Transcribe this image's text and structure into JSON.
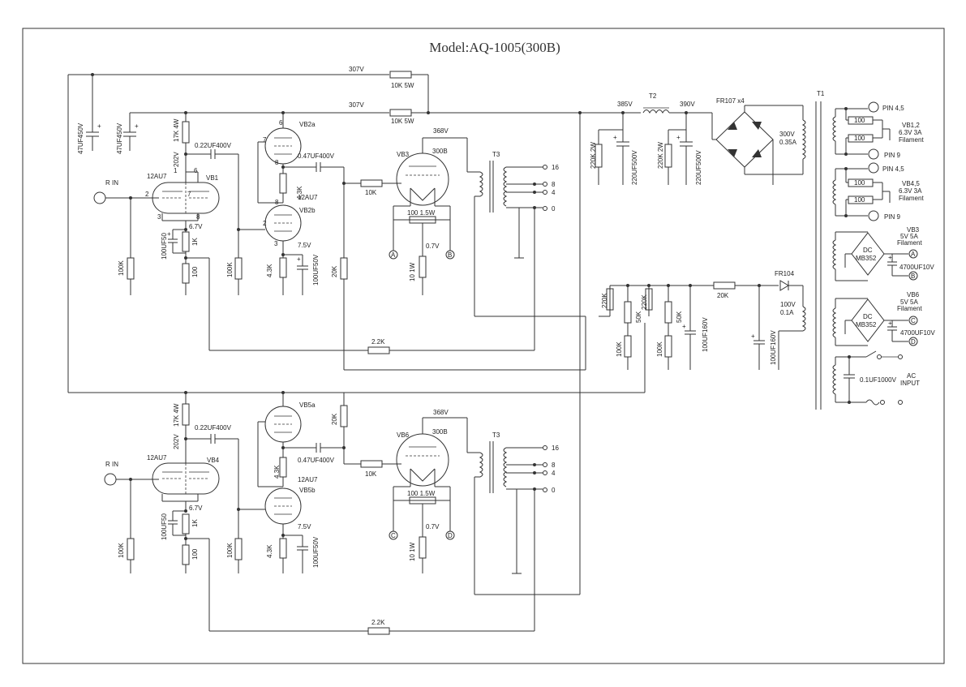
{
  "title": "Model:AQ-1005(300B)",
  "colors": {
    "ink": "#333333",
    "paper": "#ffffff"
  },
  "rails": {
    "v307": "307V",
    "v385": "385V",
    "v390": "390V",
    "v368": "368V",
    "v202": "202V"
  },
  "top_channel": {
    "input_label": "R IN",
    "tube_v1": "VB1",
    "tube_v1_type": "12AU7",
    "tube_v2a": "VB2a",
    "tube_v2b": "VB2b",
    "tube_v2_type": "12AU7",
    "power_tube": "VB3",
    "power_tube_type": "300B",
    "r_grid": "100K",
    "r_plate": "17K 4W",
    "cap_coupling": "0.22UF400V",
    "cathode_v": "6.7V",
    "cath_cap": "100UF50",
    "cath_r1": "1K",
    "cath_r2": "100",
    "r_grid2": "100K",
    "r_k2": "4.3K",
    "r_k2b": "4.3K",
    "v2b_cath_v": "7.5V",
    "v2b_cap": "100UF50V",
    "cap_coupling2": "0.47UF400V",
    "r_grid_stop": "10K",
    "r_fb": "20K",
    "hum_pot": "100 1.5W",
    "bias_v": "0.7V",
    "r_bias": "10 1W",
    "term_a": "A",
    "term_b": "B",
    "transformer": "T3",
    "taps": [
      "16",
      "8",
      "4",
      "0"
    ],
    "r_nfb": "2.2K",
    "pins": [
      "2",
      "3",
      "1",
      "6",
      "7",
      "8",
      "8",
      "2",
      "3",
      "6",
      "7",
      "8"
    ]
  },
  "bottom_channel": {
    "input_label": "R IN",
    "tube_v1": "VB4",
    "tube_v1_type": "12AU7",
    "tube_v2a": "VB5a",
    "tube_v2b": "VB5b",
    "tube_v2_type": "12AU7",
    "power_tube": "VB6",
    "power_tube_type": "300B",
    "r_grid": "100K",
    "r_plate": "17K 4W",
    "cap_coupling": "0.22UF400V",
    "cathode_v": "6.7V",
    "cath_cap": "100UF50",
    "cath_r1": "1K",
    "cath_r2": "100",
    "r_grid2": "100K",
    "r_k2": "4.3K",
    "r_k2b": "4.3K",
    "v2b_cath_v": "7.5V",
    "v2b_cap": "100UF50V",
    "cap_coupling2": "0.47UF400V",
    "r_grid_stop": "10K",
    "r_fb": "20K",
    "hum_pot": "100 1.5W",
    "bias_v": "0.7V",
    "r_bias": "10 1W",
    "term_c": "C",
    "term_d": "D",
    "transformer": "T3",
    "taps": [
      "16",
      "8",
      "4",
      "0"
    ],
    "r_nfb": "2.2K"
  },
  "supply": {
    "r_drop1": "10K 5W",
    "r_drop2": "10K 5W",
    "cap1": "47UF450V",
    "cap2": "47UF450V",
    "choke": "T2",
    "rectifier": "FR107 x4",
    "r_bleed1": "220K 2W",
    "r_bleed2": "220K 2W",
    "cap_f1": "220UF500V",
    "cap_f2": "220UF500V",
    "hv_out": "300V",
    "hv_current": "0.35A",
    "bias_diode": "FR104",
    "bias_r": "20K",
    "bias_out": "100V",
    "bias_current": "0.1A",
    "bias_cap1": "100UF160V",
    "bias_cap2": "100UF160V",
    "bias_r1": "220K",
    "bias_r2": "220K",
    "bias_pot1": "50K",
    "bias_pot2": "50K",
    "bias_rl1": "100K",
    "bias_rl2": "100K"
  },
  "transformer_t1": {
    "name": "T1",
    "pin_a": "PIN 4,5",
    "pin_b": "PIN 9",
    "pin_c": "PIN 4,5",
    "pin_d": "PIN 9",
    "res": "100",
    "fil1_name": "VB1,2",
    "fil1_spec": "6.3V 3A",
    "fil1_label": "Filament",
    "fil2_name": "VB4,5",
    "fil2_spec": "6.3V 3A",
    "fil2_label": "Filament",
    "fil3_name": "VB3",
    "fil3_spec": "5V 5A",
    "fil3_label": "Filament",
    "fil4_name": "VB6",
    "fil4_spec": "5V 5A",
    "fil4_label": "Filament",
    "bridge": "DC",
    "bridge_part": "MB352",
    "cap_fil": "4700UF10V",
    "term_a": "A",
    "term_b": "B",
    "term_c": "C",
    "term_d": "D",
    "ac_cap": "0.1UF1000V",
    "ac_label": "AC",
    "ac_label2": "INPUT"
  }
}
